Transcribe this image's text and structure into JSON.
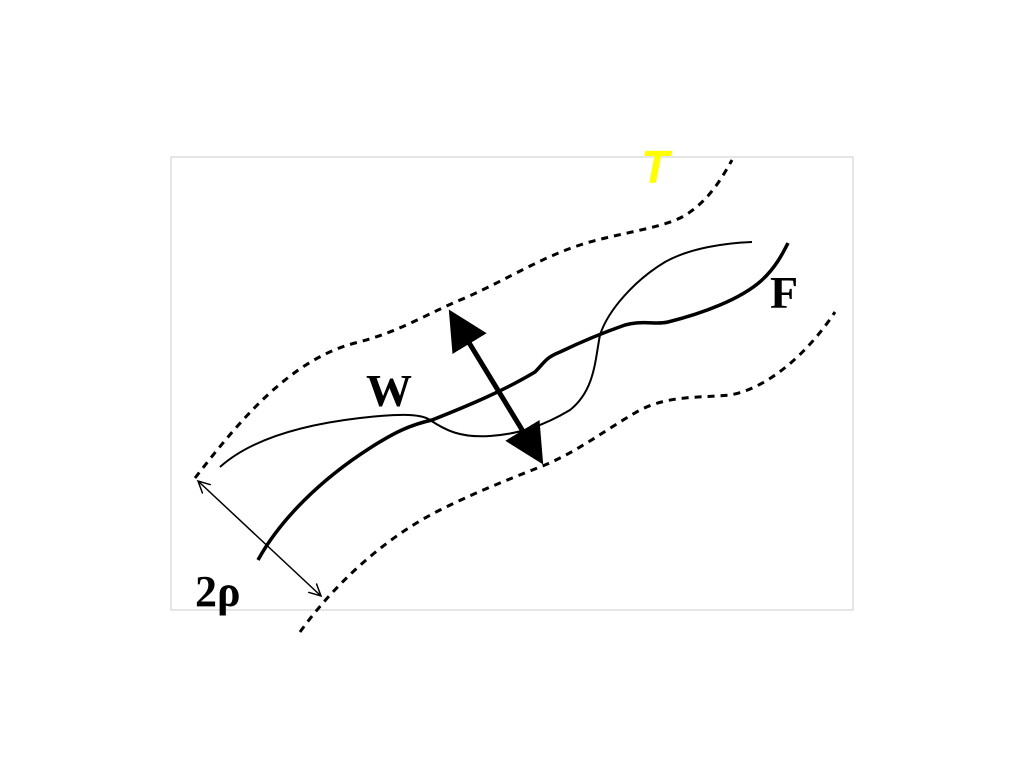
{
  "labels": {
    "tube": "T",
    "wide_curve": "W",
    "fine_curve": "F",
    "width": "2ρ"
  },
  "colors": {
    "background": "#ffffff",
    "ink": "#000000",
    "tube_label": "#ffff00",
    "frame": "#cccccc"
  }
}
